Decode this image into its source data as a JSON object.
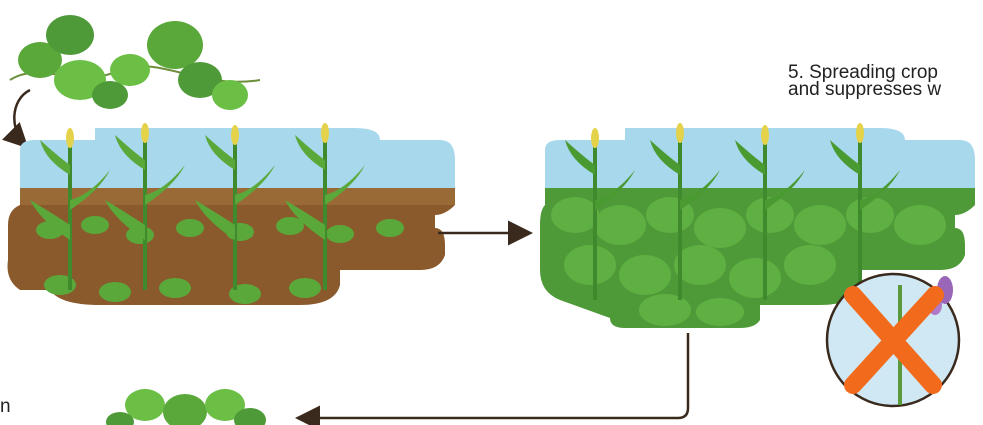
{
  "caption": {
    "line1": "5. Spreading crop",
    "line2": "and suppresses w"
  },
  "side_text": "n",
  "icons": {
    "top_plant": "bean-plant-icon",
    "panel_left": "corn-and-seedlings-field",
    "panel_right": "corn-with-dense-cover-field",
    "weed_blocked": "no-weeds-icon",
    "bottom_plant": "bean-plant-icon"
  },
  "colors": {
    "sky": "#a8d8ec",
    "soil": "#8a5a2c",
    "corn": "#5aa83a",
    "cover": "#4f9a38",
    "cross": "#f26a1b",
    "arrow": "#3a2a1e"
  }
}
